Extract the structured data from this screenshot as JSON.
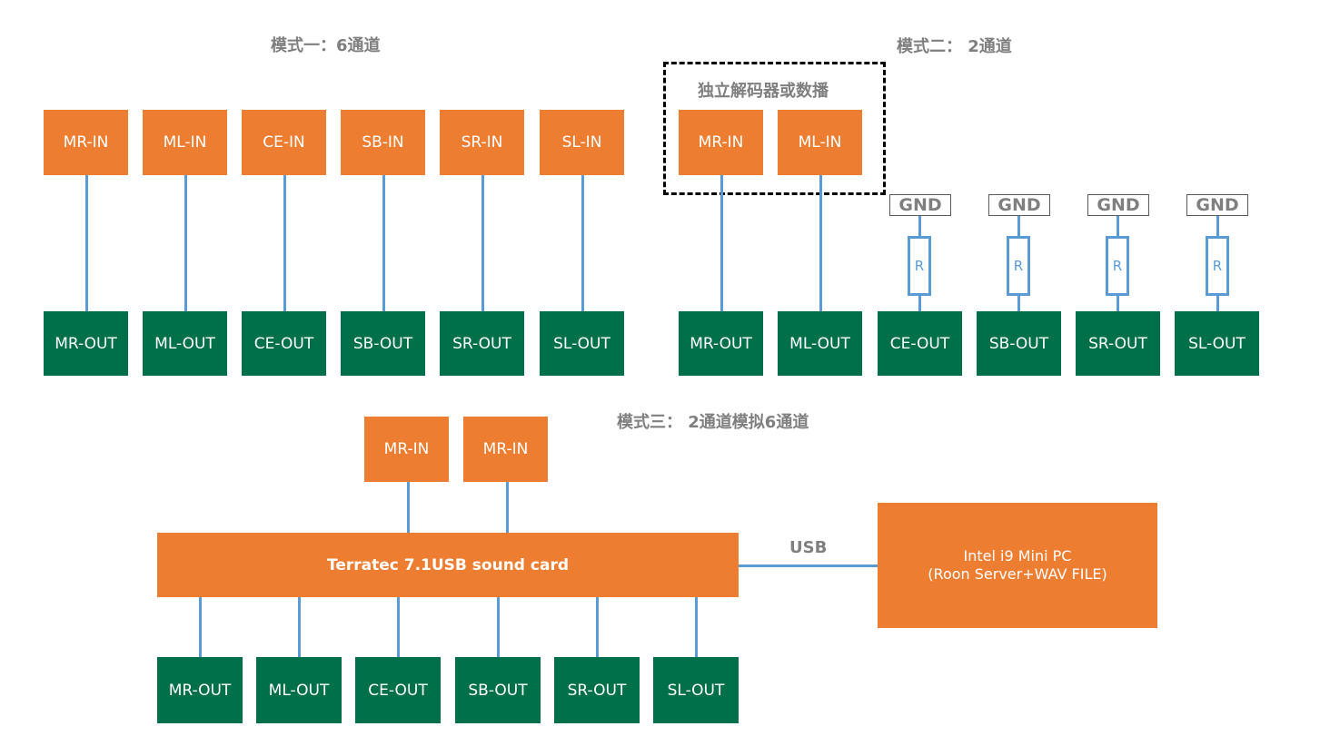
{
  "mode1": {
    "title": "模式一：6通道",
    "inputs": [
      "MR-IN",
      "ML-IN",
      "CE-IN",
      "SB-IN",
      "SR-IN",
      "SL-IN"
    ],
    "outputs": [
      "MR-OUT",
      "ML-OUT",
      "CE-OUT",
      "SB-OUT",
      "SR-OUT",
      "SL-OUT"
    ]
  },
  "mode2": {
    "title": "模式二： 2通道",
    "decoder_label": "独立解码器或数播",
    "inputs": [
      "MR-IN",
      "ML-IN"
    ],
    "outputs": [
      "MR-OUT",
      "ML-OUT",
      "CE-OUT",
      "SB-OUT",
      "SR-OUT",
      "SL-OUT"
    ],
    "gnd_label": "GND",
    "resistor_label": "R"
  },
  "mode3": {
    "title": "模式三： 2通道模拟6通道",
    "inputs": [
      "MR-IN",
      "MR-IN"
    ],
    "sound_card": "Terratec 7.1USB sound card",
    "usb_label": "USB",
    "pc_line1": "Intel i9 Mini PC",
    "pc_line2": "(Roon Server+WAV FILE)",
    "outputs": [
      "MR-OUT",
      "ML-OUT",
      "CE-OUT",
      "SB-OUT",
      "SR-OUT",
      "SL-OUT"
    ]
  },
  "colors": {
    "input_box": "#ed7d31",
    "output_box": "#00704a",
    "connector": "#5b9bd5",
    "title_text": "#7f7f7f"
  }
}
